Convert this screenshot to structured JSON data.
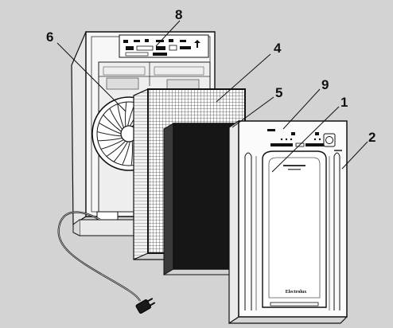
{
  "callouts": {
    "c1": "1",
    "c2": "2",
    "c4": "4",
    "c5": "5",
    "c6": "6",
    "c8": "8",
    "c9": "9"
  },
  "brand": "Electrolux",
  "colors": {
    "background": "#d3d3d3",
    "line": "#111111",
    "panel": "#ffffff",
    "filter_dark": "#161616"
  }
}
